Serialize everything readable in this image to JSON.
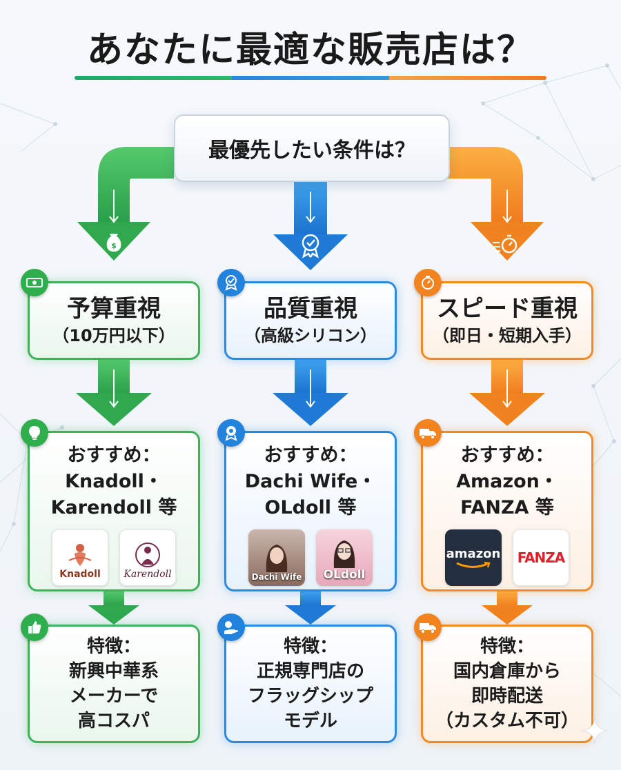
{
  "title": "あなたに最適な販売店は？",
  "question": "最優先したい条件は？",
  "colors": {
    "green": "#3db25a",
    "blue": "#2a8ae0",
    "orange": "#f28a24"
  },
  "columns": [
    {
      "criterion_title": "予算重視",
      "criterion_sub": "（10万円以下）",
      "criterion_icon": "money-icon",
      "rec_label": "おすすめ：",
      "rec_lines": [
        "Knadoll・",
        "Karendoll 等"
      ],
      "logos": [
        {
          "text": "Knadoll",
          "icon": "knadoll-logo"
        },
        {
          "text": "Karendoll",
          "icon": "karendoll-logo"
        }
      ],
      "feature_lines": [
        "特徴：",
        "新興中華系",
        "メーカーで",
        "高コスパ"
      ]
    },
    {
      "criterion_title": "品質重視",
      "criterion_sub": "（高級シリコン）",
      "criterion_icon": "quality-badge-icon",
      "rec_label": "おすすめ：",
      "rec_lines": [
        "Dachi Wife・",
        "OLdoll 等"
      ],
      "logos": [
        {
          "text": "Dachi Wife",
          "icon": "dachi-wife-logo"
        },
        {
          "text": "OLdoll",
          "icon": "oldoll-logo"
        }
      ],
      "feature_lines": [
        "特徴：",
        "正規専門店の",
        "フラッグシップ",
        "モデル"
      ]
    },
    {
      "criterion_title": "スピード重視",
      "criterion_sub": "（即日・短期入手）",
      "criterion_icon": "stopwatch-icon",
      "rec_label": "おすすめ：",
      "rec_lines": [
        "Amazon・",
        "FANZA 等"
      ],
      "logos": [
        {
          "text": "amazon",
          "icon": "amazon-logo"
        },
        {
          "text": "FANZA",
          "icon": "fanza-logo"
        }
      ],
      "feature_lines": [
        "特徴：",
        "国内倉庫から",
        "即時配送",
        "（カスタム不可）"
      ]
    }
  ]
}
